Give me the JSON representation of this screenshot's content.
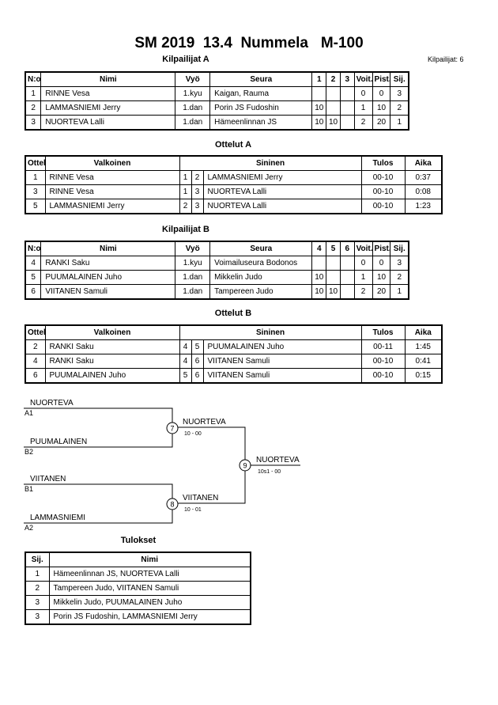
{
  "title": "SM 2019  13.4  Nummela   M-100",
  "participants_count": "Kilpailijat: 6",
  "pool_a": {
    "heading": "Kilpailijat A",
    "headers": [
      "N:o",
      "Nimi",
      "Vyö",
      "Seura",
      "1",
      "2",
      "3",
      "Voit.",
      "Pist.",
      "Sij."
    ],
    "rows": [
      [
        "1",
        "RINNE Vesa",
        "1.kyu",
        "Kaigan, Rauma",
        "",
        "",
        "",
        "0",
        "0",
        "3"
      ],
      [
        "2",
        "LAMMASNIEMI Jerry",
        "1.dan",
        "Porin JS Fudoshin",
        "10",
        "",
        "",
        "1",
        "10",
        "2"
      ],
      [
        "3",
        "NUORTEVA Lalli",
        "1.dan",
        "Hämeenlinnan JS",
        "10",
        "10",
        "",
        "2",
        "20",
        "1"
      ]
    ]
  },
  "matches_a": {
    "heading": "Ottelut A",
    "headers": [
      "Ottelu",
      "Valkoinen",
      "Sininen",
      "Tulos",
      "Aika"
    ],
    "rows": [
      [
        "1",
        "RINNE Vesa",
        "1",
        "2",
        "LAMMASNIEMI Jerry",
        "00-10",
        "0:37"
      ],
      [
        "3",
        "RINNE Vesa",
        "1",
        "3",
        "NUORTEVA Lalli",
        "00-10",
        "0:08"
      ],
      [
        "5",
        "LAMMASNIEMI Jerry",
        "2",
        "3",
        "NUORTEVA Lalli",
        "00-10",
        "1:23"
      ]
    ]
  },
  "pool_b": {
    "heading": "Kilpailijat B",
    "headers": [
      "N:o",
      "Nimi",
      "Vyö",
      "Seura",
      "4",
      "5",
      "6",
      "Voit.",
      "Pist.",
      "Sij."
    ],
    "rows": [
      [
        "4",
        "RANKI Saku",
        "1.kyu",
        "Voimailuseura Bodonos",
        "",
        "",
        "",
        "0",
        "0",
        "3"
      ],
      [
        "5",
        "PUUMALAINEN Juho",
        "1.dan",
        "Mikkelin Judo",
        "10",
        "",
        "",
        "1",
        "10",
        "2"
      ],
      [
        "6",
        "VIITANEN Samuli",
        "1.dan",
        "Tampereen Judo",
        "10",
        "10",
        "",
        "2",
        "20",
        "1"
      ]
    ]
  },
  "matches_b": {
    "heading": "Ottelut B",
    "headers": [
      "Ottelu",
      "Valkoinen",
      "Sininen",
      "Tulos",
      "Aika"
    ],
    "rows": [
      [
        "2",
        "RANKI Saku",
        "4",
        "5",
        "PUUMALAINEN Juho",
        "00-11",
        "1:45"
      ],
      [
        "4",
        "RANKI Saku",
        "4",
        "6",
        "VIITANEN Samuli",
        "00-10",
        "0:41"
      ],
      [
        "6",
        "PUUMALAINEN Juho",
        "5",
        "6",
        "VIITANEN Samuli",
        "00-10",
        "0:15"
      ]
    ]
  },
  "bracket": {
    "e1": {
      "name": "NUORTEVA",
      "seed": "A1"
    },
    "e2": {
      "name": "PUUMALAINEN",
      "seed": "B2"
    },
    "e3": {
      "name": "VIITANEN",
      "seed": "B1"
    },
    "e4": {
      "name": "LAMMASNIEMI",
      "seed": "A2"
    },
    "m7": {
      "num": "7",
      "winner": "NUORTEVA",
      "score": "10 - 00"
    },
    "m8": {
      "num": "8",
      "winner": "VIITANEN",
      "score": "10 - 01"
    },
    "m9": {
      "num": "9",
      "winner": "NUORTEVA",
      "score": "10s1 - 00"
    }
  },
  "results": {
    "heading": "Tulokset",
    "headers": [
      "Sij.",
      "Nimi"
    ],
    "rows": [
      [
        "1",
        "Hämeenlinnan JS, NUORTEVA Lalli"
      ],
      [
        "2",
        "Tampereen Judo, VIITANEN Samuli"
      ],
      [
        "3",
        "Mikkelin Judo, PUUMALAINEN Juho"
      ],
      [
        "3",
        "Porin JS Fudoshin, LAMMASNIEMI Jerry"
      ]
    ]
  }
}
